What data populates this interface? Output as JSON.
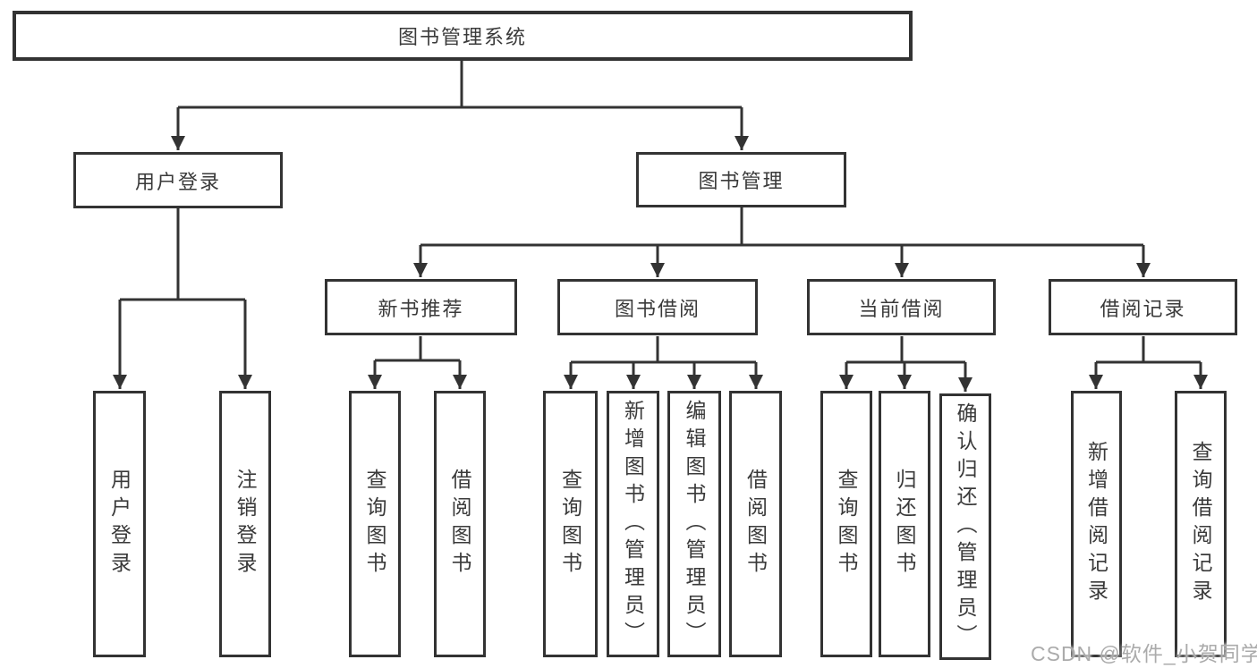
{
  "diagram": {
    "root_label": "图书管理系统",
    "login": {
      "label": "用户登录",
      "children": [
        {
          "label": "用户登录"
        },
        {
          "label": "注销登录"
        }
      ]
    },
    "management": {
      "label": "图书管理",
      "sections": [
        {
          "label": "新书推荐",
          "children": [
            {
              "label": "查询图书"
            },
            {
              "label": "借阅图书"
            }
          ]
        },
        {
          "label": "图书借阅",
          "children": [
            {
              "label": "查询图书"
            },
            {
              "label": "新增图书（管理员）"
            },
            {
              "label": "编辑图书（管理员）"
            },
            {
              "label": "借阅图书"
            }
          ]
        },
        {
          "label": "当前借阅",
          "children": [
            {
              "label": "查询图书"
            },
            {
              "label": "归还图书"
            },
            {
              "label": "确认归还（管理员）"
            }
          ]
        },
        {
          "label": "借阅记录",
          "children": [
            {
              "label": "新增借阅记录"
            },
            {
              "label": "查询借阅记录"
            }
          ]
        }
      ]
    }
  },
  "watermark": {
    "text": "CSDN @软件_小贺同学"
  },
  "colors": {
    "line": "#333333",
    "text": "#3a3a3a",
    "watermark": "#ababab"
  }
}
